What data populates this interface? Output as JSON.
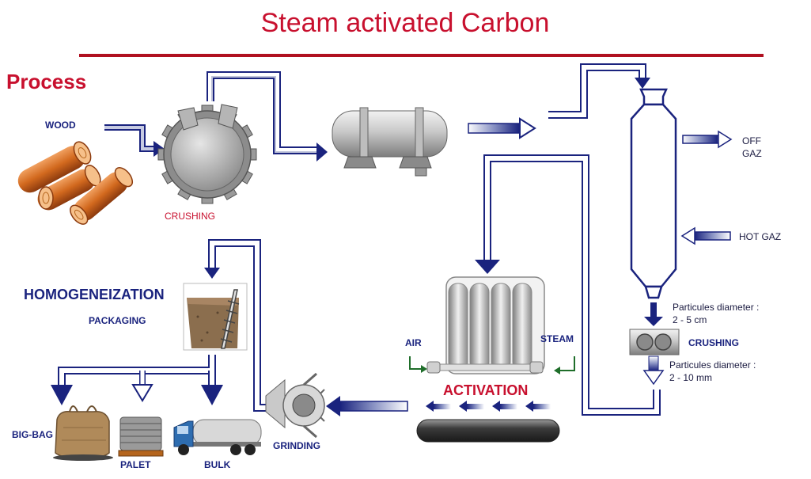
{
  "title": "Steam activated Carbon",
  "section_label": "Process",
  "labels": {
    "wood": "WOOD",
    "crushing_1": "CRUSHING",
    "off_gaz_1": "OFF",
    "off_gaz_2": "GAZ",
    "hot_gaz": "HOT GAZ",
    "particles_1_line1": "Particules diameter :",
    "particles_1_line2": "2 - 5 cm",
    "crushing_2": "CRUSHING",
    "particles_2_line1": "Particules diameter :",
    "particles_2_line2": "2 - 10 mm",
    "air": "AIR",
    "steam": "STEAM",
    "activation": "ACTIVATION",
    "homogeneization": "HOMOGENEIZATION",
    "packaging": "PACKAGING",
    "grinding": "GRINDING",
    "big_bag": "BIG-BAG",
    "palet": "PALET",
    "bulk": "BULK"
  },
  "colors": {
    "title_red": "#c8102e",
    "rule_red": "#b01020",
    "arrow_navy": "#1a237e",
    "equipment_grey": "#a8a8a8",
    "wood_orange": "#d2691e"
  },
  "icons": [
    "wood-logs-icon",
    "crusher-drum-icon",
    "horizontal-tank-icon",
    "vertical-reactor-icon",
    "crusher-rollers-icon",
    "activation-furnace-icon",
    "grinding-mill-icon",
    "homogenizer-screw-icon",
    "big-bag-icon",
    "palet-stack-icon",
    "bulk-truck-icon"
  ]
}
